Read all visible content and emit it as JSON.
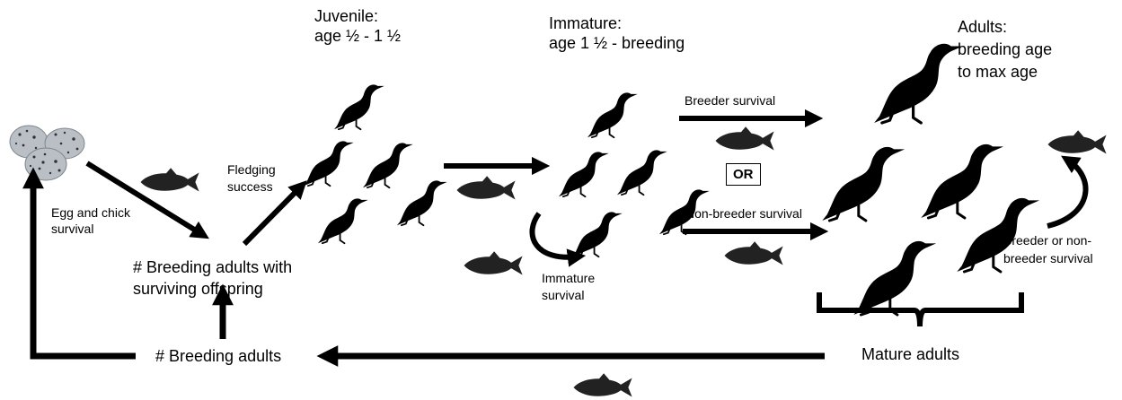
{
  "stages": {
    "juvenile": {
      "title": "Juvenile:",
      "age": "age ½ - 1 ½"
    },
    "immature": {
      "title": "Immature:",
      "age": "age 1 ½ - breeding"
    },
    "adults": {
      "title": "Adults:",
      "line2": "breeding age",
      "line3": "to max age"
    }
  },
  "labels": {
    "egg_chick_line1": "Egg and chick",
    "egg_chick_line2": "survival",
    "fledging_line1": "Fledging",
    "fledging_line2": "success",
    "breeding_with_offspring_line1": "# Breeding adults with",
    "breeding_with_offspring_line2": "surviving offspring",
    "breeder_survival": "Breeder survival",
    "or": "OR",
    "non_breeder_survival": "Non-breeder survival",
    "immature_survival_line1": "Immature",
    "immature_survival_line2": "survival",
    "breeder_or_non_line1": "Breeder or non-",
    "breeder_or_non_line2": "breeder survival",
    "mature_adults": "Mature adults",
    "breeding_adults": "# Breeding adults"
  },
  "colors": {
    "ink": "#000000",
    "fish": "#222222",
    "egg": "#b9bfc5"
  }
}
